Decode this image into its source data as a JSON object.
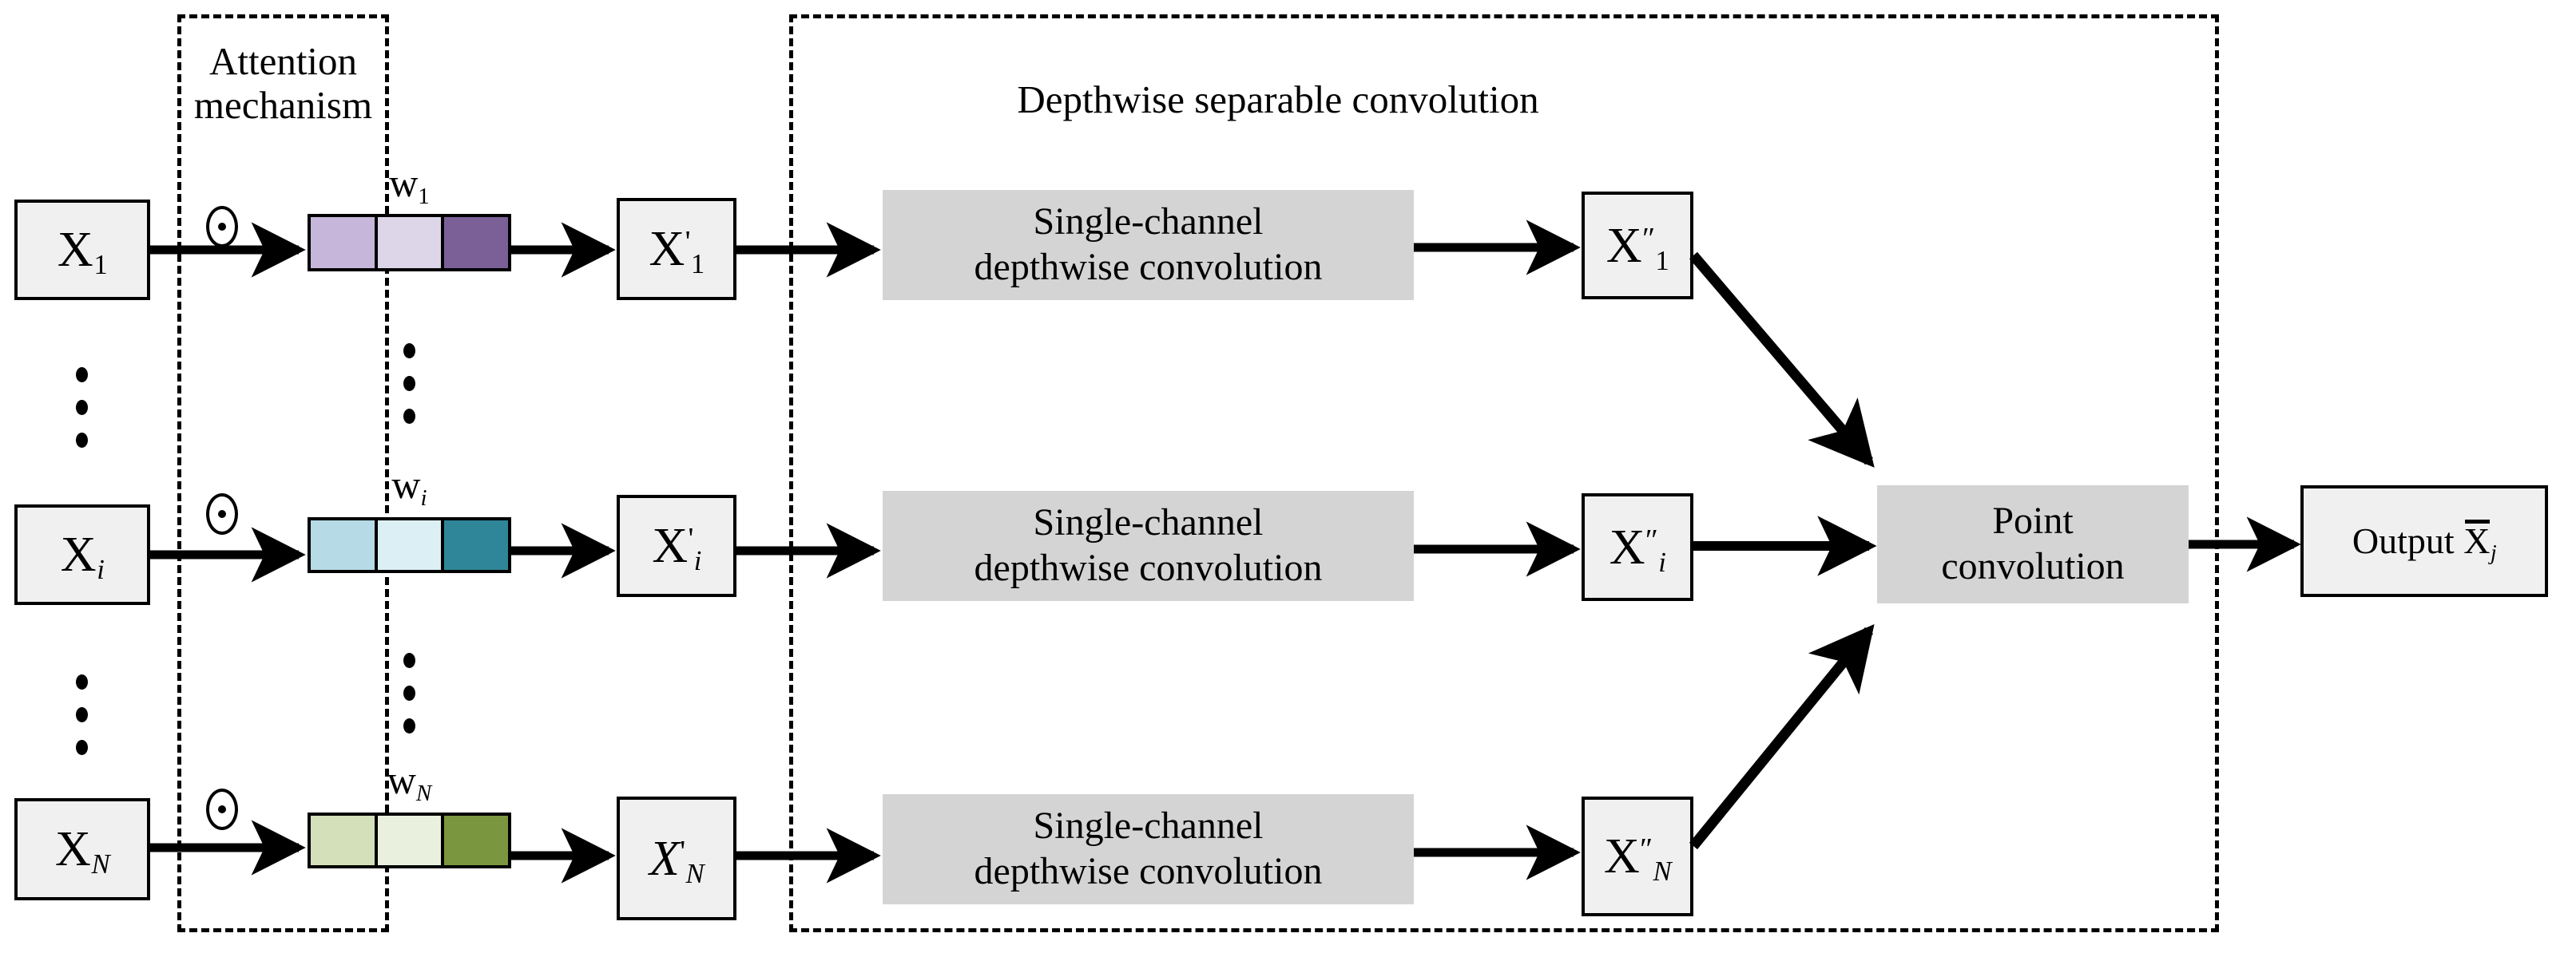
{
  "diagram": {
    "title": "Attention-weighted depthwise separable convolution block",
    "groups": [
      {
        "id": "attention",
        "label": "Attention\nmechanism"
      },
      {
        "id": "depthwise",
        "label": "Depthwise separable convolution"
      }
    ]
  },
  "colors": {
    "box_fill": "#f0f0f0",
    "process_fill": "#d4d4d4",
    "stroke": "#000000",
    "row1_weights": [
      "#c6b7da",
      "#ddd6e9",
      "#7b6098"
    ],
    "row2_weights": [
      "#b6dae6",
      "#dceff4",
      "#2f8699"
    ],
    "row3_weights": [
      "#d3e0b9",
      "#e9f1de",
      "#7a9740"
    ]
  },
  "rows": [
    {
      "index": 1,
      "input_label": {
        "base": "X",
        "italic": false,
        "sub": "1",
        "sub_italic": false
      },
      "operator": "circled-dot",
      "weight_label": {
        "base": "w",
        "sub": "1",
        "sub_italic": false
      },
      "weight_segments": [
        "#c6b7da",
        "#ddd6e9",
        "#7b6098"
      ],
      "weighted_label": {
        "base": "X",
        "italic": false,
        "prime": "'",
        "sub": "1",
        "sub_italic": false
      },
      "process_label": "Single-channel\ndepthwise convolution",
      "output_label": {
        "base": "X",
        "italic": false,
        "prime": "\"",
        "sub": "1",
        "sub_italic": false
      }
    },
    {
      "index": 2,
      "input_label": {
        "base": "X",
        "italic": false,
        "sub": "i",
        "sub_italic": true
      },
      "operator": "circled-dot",
      "weight_label": {
        "base": "w",
        "sub": "i",
        "sub_italic": true
      },
      "weight_segments": [
        "#b6dae6",
        "#dceff4",
        "#2f8699"
      ],
      "weighted_label": {
        "base": "X",
        "italic": false,
        "prime": "'",
        "sub": "i",
        "sub_italic": true
      },
      "process_label": "Single-channel\ndepthwise convolution",
      "output_label": {
        "base": "X",
        "italic": false,
        "prime": "\"",
        "sub": "i",
        "sub_italic": true
      }
    },
    {
      "index": 3,
      "input_label": {
        "base": "X",
        "italic": false,
        "sub": "N",
        "sub_italic": true
      },
      "operator": "circled-dot",
      "weight_label": {
        "base": "w",
        "sub": "N",
        "sub_italic": true
      },
      "weight_segments": [
        "#d3e0b9",
        "#e9f1de",
        "#7a9740"
      ],
      "weighted_label": {
        "base": "X",
        "italic": true,
        "prime": "'",
        "sub": "N",
        "sub_italic": true
      },
      "process_label": "Single-channel\ndepthwise convolution",
      "output_label": {
        "base": "X",
        "italic": false,
        "prime": "\"",
        "sub": "N",
        "sub_italic": true
      }
    }
  ],
  "point_conv": {
    "label": "Point\nconvolution"
  },
  "output": {
    "prefix": "Output ",
    "base": "X",
    "overbar": true,
    "sub": "j",
    "sub_italic": true
  },
  "ellipsis": {
    "glyph": "vertical-dots",
    "count": 3
  }
}
